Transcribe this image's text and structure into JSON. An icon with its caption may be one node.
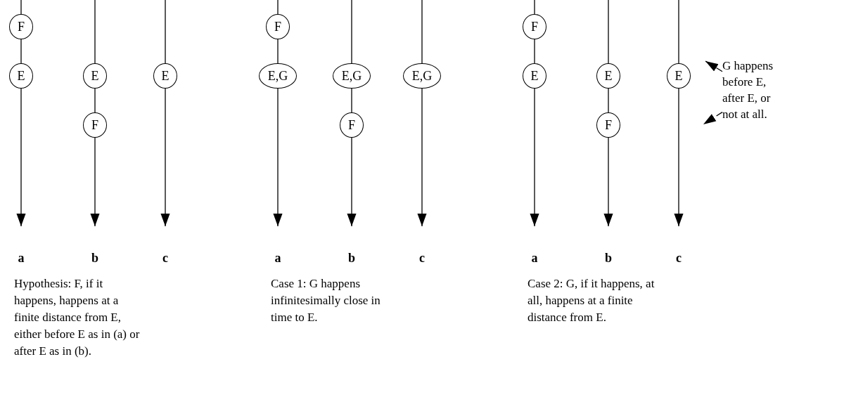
{
  "diagram": {
    "nodes": [
      {
        "text": [
          "F"
        ]
      },
      {
        "text": [
          "E"
        ]
      },
      {
        "text": [
          "E"
        ]
      },
      {
        "text": [
          "F"
        ]
      },
      {
        "text": [
          "E"
        ]
      },
      {
        "text": [
          "F"
        ]
      },
      {
        "text": [
          "E,G"
        ]
      },
      {
        "text": [
          "E,G"
        ]
      },
      {
        "text": [
          "F"
        ]
      },
      {
        "text": [
          "E,G"
        ]
      },
      {
        "text": [
          "F"
        ]
      },
      {
        "text": [
          "E"
        ]
      },
      {
        "text": [
          "E"
        ]
      },
      {
        "text": [
          "F"
        ]
      },
      {
        "text": [
          "E"
        ]
      },
      {
        "text": [
          "G happens before E, after E, or not at all."
        ]
      }
    ],
    "edges": [
      {
        "from": null,
        "to": 0,
        "arrow": "none"
      },
      {
        "from": 0,
        "to": 1,
        "arrow": "none"
      },
      {
        "from": 1,
        "to": null,
        "arrow": "to"
      },
      {
        "from": null,
        "to": 2,
        "arrow": "none"
      },
      {
        "from": 2,
        "to": 3,
        "arrow": "none"
      },
      {
        "from": 3,
        "to": null,
        "arrow": "to"
      },
      {
        "from": null,
        "to": 4,
        "arrow": "none"
      },
      {
        "from": 4,
        "to": null,
        "arrow": "to"
      },
      {
        "from": null,
        "to": 5,
        "arrow": "none"
      },
      {
        "from": 5,
        "to": 6,
        "arrow": "none"
      },
      {
        "from": 6,
        "to": null,
        "arrow": "to"
      },
      {
        "from": null,
        "to": 7,
        "arrow": "none"
      },
      {
        "from": 7,
        "to": 8,
        "arrow": "none"
      },
      {
        "from": 8,
        "to": null,
        "arrow": "to"
      },
      {
        "from": null,
        "to": 9,
        "arrow": "none"
      },
      {
        "from": 9,
        "to": null,
        "arrow": "to"
      },
      {
        "from": null,
        "to": 10,
        "arrow": "none"
      },
      {
        "from": 10,
        "to": 11,
        "arrow": "none"
      },
      {
        "from": 11,
        "to": null,
        "arrow": "to"
      },
      {
        "from": null,
        "to": 12,
        "arrow": "none"
      },
      {
        "from": 12,
        "to": 13,
        "arrow": "none"
      },
      {
        "from": 13,
        "to": null,
        "arrow": "to"
      },
      {
        "from": null,
        "to": 14,
        "arrow": "none"
      },
      {
        "from": 14,
        "to": null,
        "arrow": "to"
      },
      {
        "from": 15,
        "to": null,
        "arrow": "to",
        "style": "dashed"
      },
      {
        "from": 15,
        "to": null,
        "arrow": "to",
        "style": "dashed"
      }
    ],
    "labels": [
      "a",
      "b",
      "c",
      "a",
      "b",
      "c",
      "a",
      "b",
      "c",
      "Hypothesis: F, if it happens, happens at a finite distance from E, either before E as in (a) or after E as in (b).",
      "Case 1: G happens infinitesimally close in time to E.",
      "Case 2: G, if it happens, at all, happens at a finite distance from E."
    ]
  }
}
